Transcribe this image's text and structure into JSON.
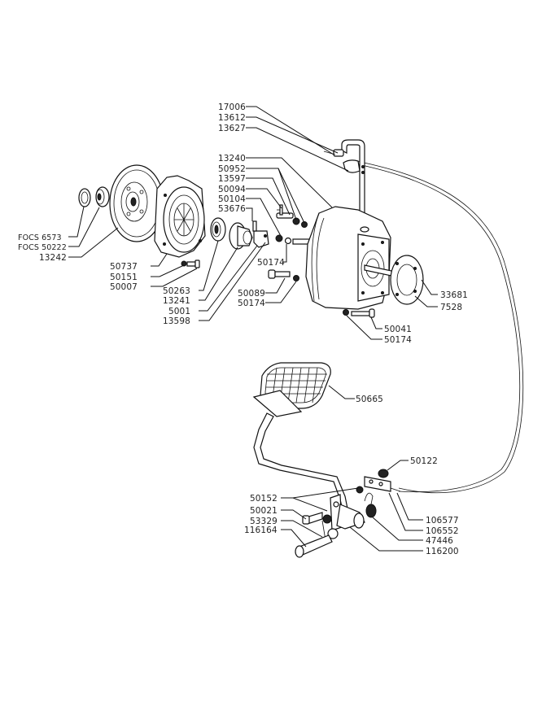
{
  "title": "Clutch and pedal assembly exploded parts diagram",
  "colors": {
    "line": "#111111",
    "background": "#ffffff",
    "text": "#222222"
  },
  "labels": {
    "p17006": "17006",
    "p13612": "13612",
    "p13627": "13627",
    "p13240": "13240",
    "p50952": "50952",
    "p13597": "13597",
    "p50094": "50094",
    "p50104": "50104",
    "p53676": "53676",
    "focs6573": "FOCS  6573",
    "focs50222": "FOCS 50222",
    "p13242": "13242",
    "p50737": "50737",
    "p50151": "50151",
    "p50007": "50007",
    "p50263": "50263",
    "p13241": "13241",
    "p5001": "5001",
    "p13598": "13598",
    "p50174a": "50174",
    "p50089": "50089",
    "p50174b": "50174",
    "p33681": "33681",
    "p7528": "7528",
    "p50041": "50041",
    "p50174c": "50174",
    "p50665": "50665",
    "p50122": "50122",
    "p50152": "50152",
    "p50021": "50021",
    "p53329": "53329",
    "p116164": "116164",
    "p106577": "106577",
    "p106552": "106552",
    "p47446": "47446",
    "p116200": "116200"
  }
}
